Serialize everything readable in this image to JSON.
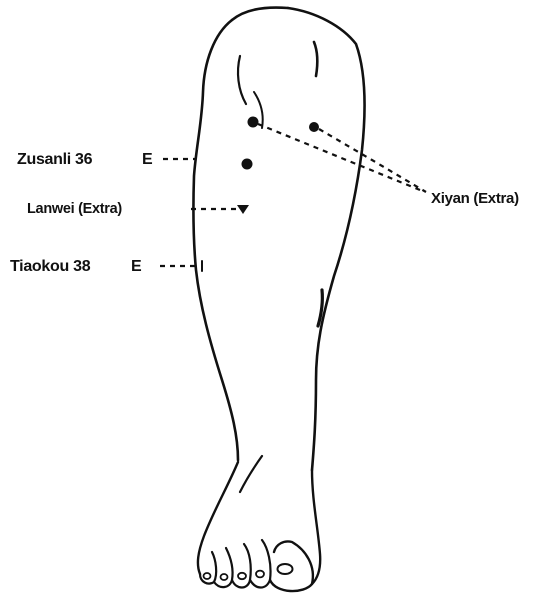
{
  "labels": {
    "zusanli": {
      "name": "Zusanli 36",
      "meridian": "E"
    },
    "lanwei": {
      "name": "Lanwei (Extra)"
    },
    "tiaokou": {
      "name": "Tiaokou 38",
      "meridian": "E"
    },
    "xiyan": {
      "name": "Xiyan (Extra)"
    }
  },
  "colors": {
    "ink": "#111111",
    "background": "#ffffff"
  }
}
